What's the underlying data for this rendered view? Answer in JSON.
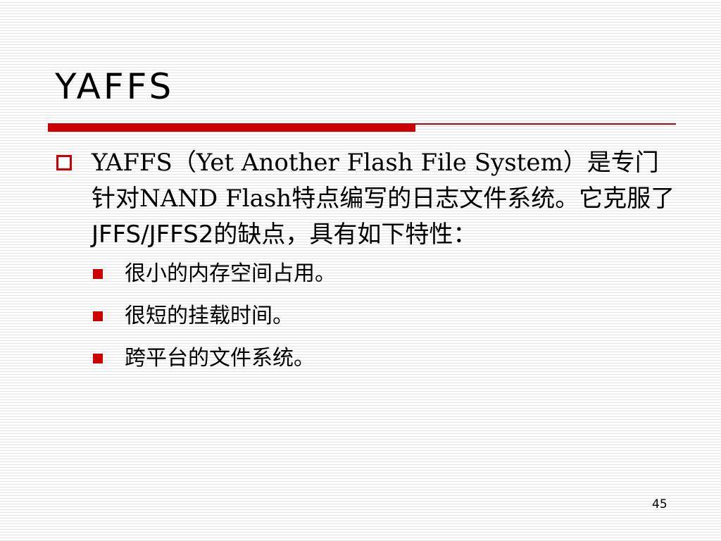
{
  "title": "YAFFS",
  "bullet": {
    "part1": "YAFFS（Yet Another Flash File System）是专门针对NAND Flash特点编写的日志文件系统。它克服了",
    "part2": "JFFS/JFFS2",
    "part3": "的缺点，具有如下特性："
  },
  "sub_bullets": [
    "很小的内存空间占用。",
    "很短的挂载时间。",
    "跨平台的文件系统。"
  ],
  "page_number": "45",
  "colors": {
    "accent": "#cc0000"
  },
  "icons": {
    "level1": "hollow-square-bullet-icon",
    "level2": "filled-square-bullet-icon"
  }
}
